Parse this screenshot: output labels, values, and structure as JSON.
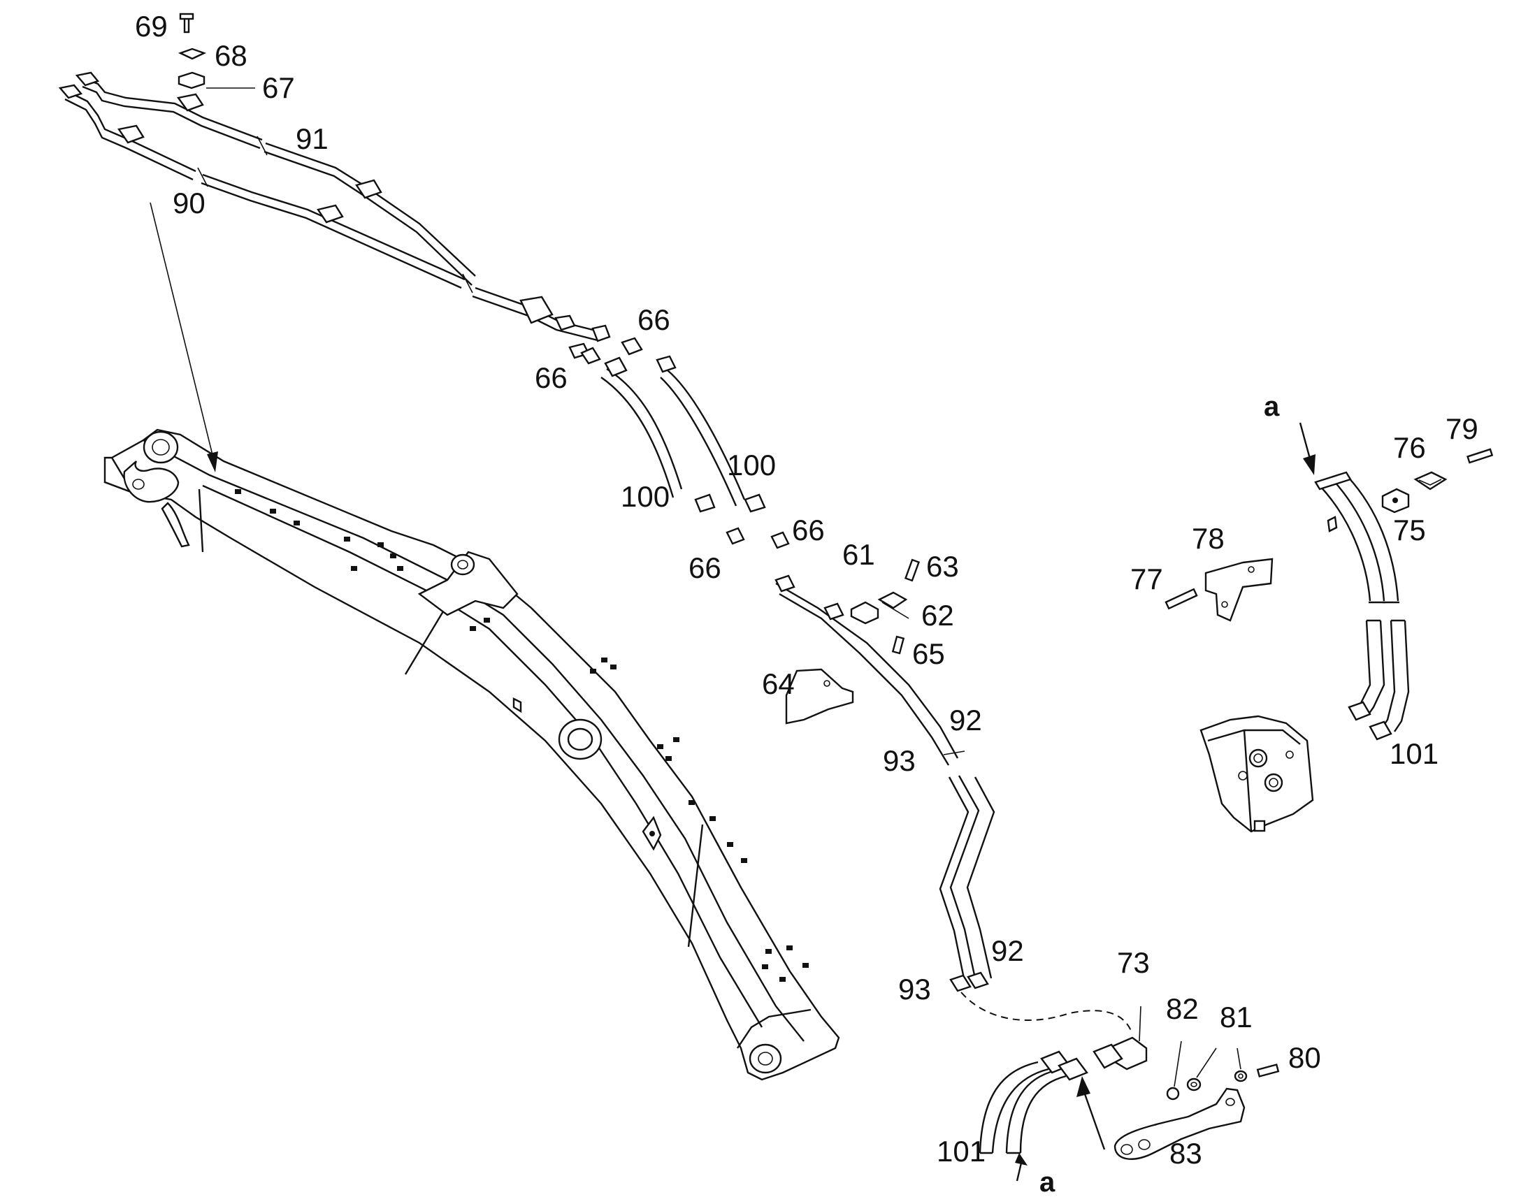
{
  "labels": {
    "p69": "69",
    "p68": "68",
    "p67": "67",
    "p91": "91",
    "p90": "90",
    "p66a": "66",
    "p66b": "66",
    "p66c": "66",
    "p66d": "66",
    "p100a": "100",
    "p100b": "100",
    "p61": "61",
    "p62": "62",
    "p63": "63",
    "p64": "64",
    "p65": "65",
    "p92a": "92",
    "p93a": "93",
    "p92b": "92",
    "p93b": "93",
    "p73": "73",
    "p82": "82",
    "p81": "81",
    "p80": "80",
    "p83": "83",
    "p101a": "101",
    "p101b": "101",
    "p75": "75",
    "p76": "76",
    "p77": "77",
    "p78": "78",
    "p79": "79",
    "a_top": "a",
    "a_bottom": "a"
  },
  "colors": {
    "line": "#111111",
    "background": "#ffffff"
  }
}
